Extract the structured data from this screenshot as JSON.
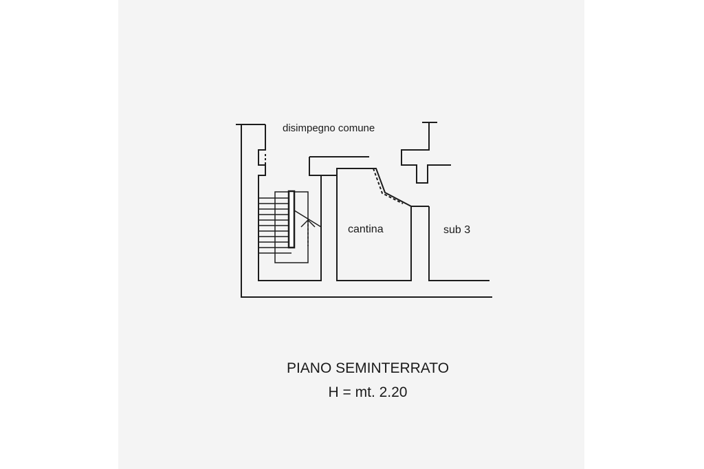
{
  "plan": {
    "rooms": {
      "corridor": "disimpegno comune",
      "cellar": "cantina",
      "unit": "sub 3"
    },
    "title": "PIANO SEMINTERRATO",
    "height": "H = mt. 2.20"
  }
}
